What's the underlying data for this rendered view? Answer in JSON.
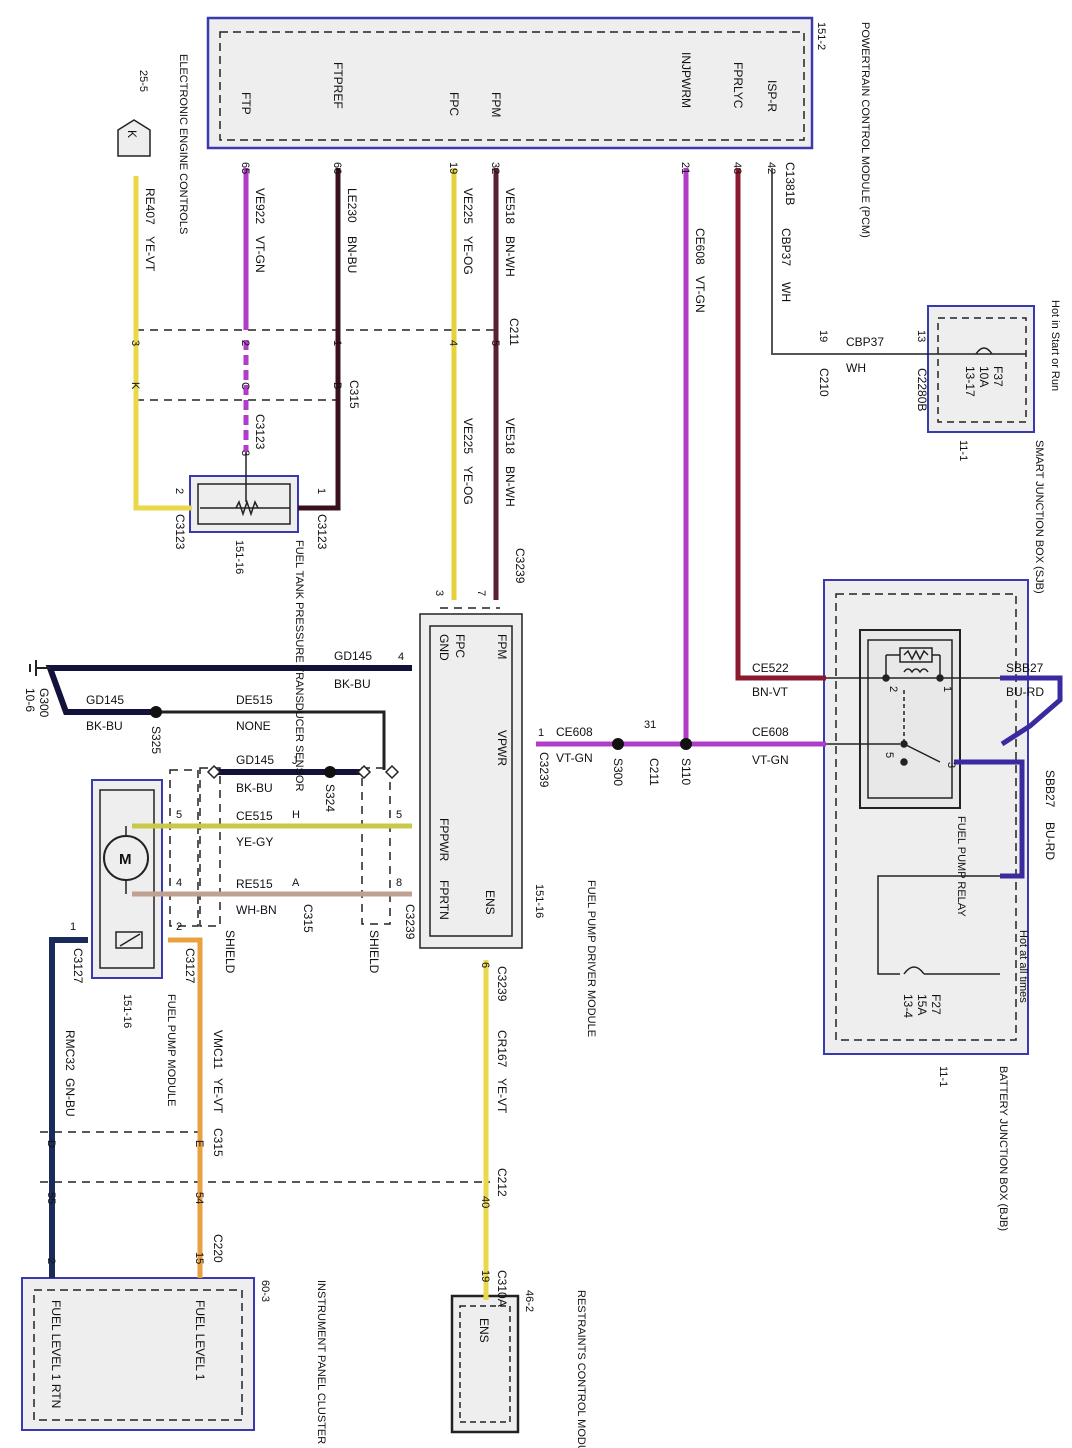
{
  "colors": {
    "module_fill": "#eeeeee",
    "module_border": "#3a3ab0",
    "dash_box": "#222222",
    "VT-GN": "#b03cc8",
    "BN-BU": "#3a1020",
    "YE-OG": "#e6d23a",
    "BN-WH": "#5a2030",
    "YE-VT": "#e8d84a",
    "BK-BU": "#12123a",
    "BN-VT": "#8a1a30",
    "BU-RD": "#3a2aa0",
    "WH": "#444444",
    "YE-GY": "#c8c84a",
    "WH-BN": "#c0a090",
    "GN-BU": "#1a2a5a",
    "VMC-YE-VT": "#e8a040"
  },
  "modules": {
    "pcm": {
      "name": "POWERTRAIN CONTROL MODULE (PCM)",
      "ref": "151-2",
      "pins": [
        "FTP",
        "FTPREF",
        "FPC",
        "FPM",
        "INJPWRM",
        "FPRLYC",
        "ISP-R"
      ]
    },
    "eec": {
      "name": "ELECTRONIC ENGINE CONTROLS",
      "ref": "25-5",
      "terminal": "K"
    },
    "sjb": {
      "name": "SMART JUNCTION BOX (SJB)",
      "ref": "11-1",
      "hot": "Hot in Start or Run",
      "fuse": "F37",
      "amp": "10A",
      "fuse_ref": "13-17"
    },
    "ftpt": {
      "name": "FUEL TANK PRESSURE TRANSDUCER SENSOR",
      "ref": "151-16"
    },
    "fpdm": {
      "name": "FUEL PUMP DRIVER MODULE",
      "ref": "151-16",
      "pins": [
        "FPM",
        "FPC",
        "GND",
        "VPWR",
        "FPPWR",
        "FPRTN",
        "ENS"
      ]
    },
    "bjb": {
      "name": "BATTERY JUNCTION BOX (BJB)",
      "ref": "11-1",
      "hot": "Hot at all times",
      "fuse": "F27",
      "amp": "15A",
      "fuse_ref": "13-4"
    },
    "relay": {
      "name": "FUEL PUMP RELAY"
    },
    "pump": {
      "name": "FUEL PUMP MODULE",
      "ref": "151-16",
      "motor": "M"
    },
    "ipc": {
      "name": "INSTRUMENT PANEL CLUSTER (IPC)",
      "ref": "60-3",
      "pins": [
        "FUEL LEVEL 1 RTN",
        "FUEL LEVEL 1"
      ]
    },
    "rcm": {
      "name": "RESTRAINTS CONTROL MODULE (RCM)",
      "ref": "46-2",
      "pins": [
        "ENS"
      ]
    }
  },
  "wires": {
    "re407": {
      "circuit": "RE407",
      "color": "YE-VT"
    },
    "ve922": {
      "circuit": "VE922",
      "color": "VT-GN"
    },
    "le230": {
      "circuit": "LE230",
      "color": "BN-BU"
    },
    "ve225": {
      "circuit": "VE225",
      "color": "YE-OG"
    },
    "ve518": {
      "circuit": "VE518",
      "color": "BN-WH"
    },
    "ce608": {
      "circuit": "CE608",
      "color": "VT-GN"
    },
    "cbp37": {
      "circuit": "CBP37",
      "color": "WH"
    },
    "ce522": {
      "circuit": "CE522",
      "color": "BN-VT"
    },
    "sbb27": {
      "circuit": "SBB27",
      "color": "BU-RD"
    },
    "gd145": {
      "circuit": "GD145",
      "color": "BK-BU"
    },
    "de515": {
      "circuit": "DE515",
      "color": "NONE"
    },
    "ce515": {
      "circuit": "CE515",
      "color": "YE-GY"
    },
    "re515": {
      "circuit": "RE515",
      "color": "WH-BN"
    },
    "cr167": {
      "circuit": "CR167",
      "color": "YE-VT"
    },
    "vmc11": {
      "circuit": "VMC11",
      "color": "YE-VT"
    },
    "rmc32": {
      "circuit": "RMC32",
      "color": "GN-BU"
    }
  },
  "connectors": {
    "c1381b": "C1381B",
    "c211": "C211",
    "c315": "C315",
    "c3123": "C3123",
    "c2280b": "C2280B",
    "c210": "C210",
    "c3239": "C3239",
    "c3127": "C3127",
    "c212": "C212",
    "c220": "C220",
    "c310a": "C310A"
  },
  "splices": {
    "s325": "S325",
    "s324": "S324",
    "s300": "S300",
    "s110": "S110"
  },
  "ground": {
    "id": "G300",
    "ref": "10-6"
  },
  "shield": "SHIELD",
  "pins": {
    "p65": "65",
    "p66": "66",
    "p19": "19",
    "p32": "32",
    "p21": "21",
    "p43": "43",
    "p42": "42",
    "p1": "1",
    "p2": "2",
    "p3": "3",
    "p4": "4",
    "p5": "5",
    "p6": "6",
    "p7": "7",
    "p8": "8",
    "p13": "13",
    "p15": "15",
    "p31": "31",
    "p40": "40",
    "p54": "54",
    "p55": "55",
    "pA": "A",
    "pB": "B",
    "pC": "C",
    "pD": "D",
    "pE": "E",
    "pH": "H",
    "pJ": "J",
    "pK": "K"
  }
}
